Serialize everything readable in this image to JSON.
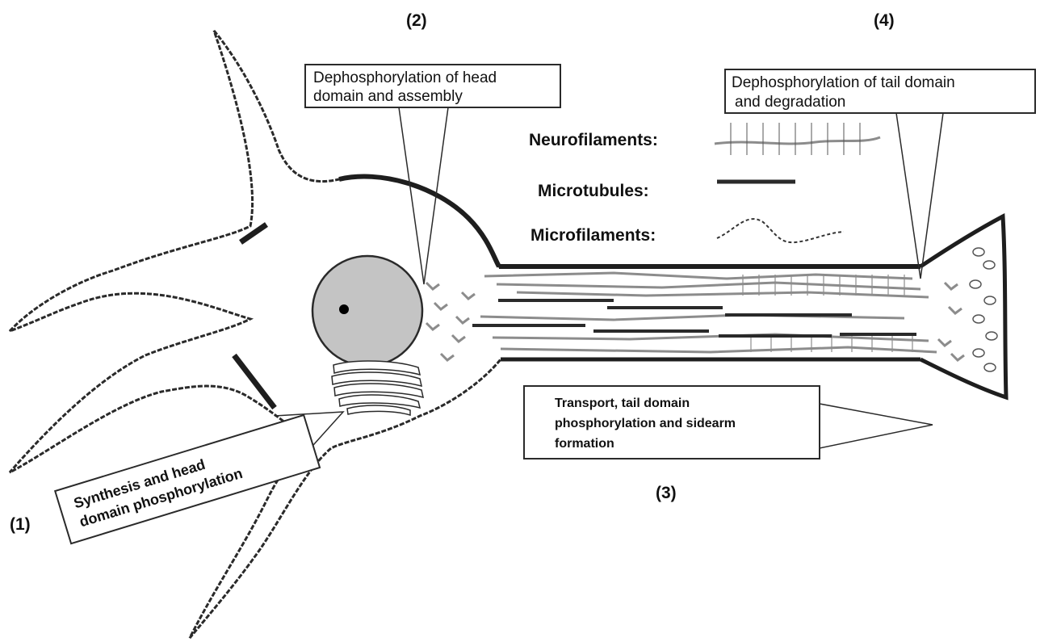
{
  "stage_labels": {
    "one": "(1)",
    "two": "(2)",
    "three": "(3)",
    "four": "(4)"
  },
  "callouts": {
    "synthesis_line1": "Synthesis and head",
    "synthesis_line2": "domain phosphorylation",
    "dephos_head_line1": "Dephosphorylation of head",
    "dephos_head_line2": "domain and assembly",
    "transport_line1": "Transport, tail domain",
    "transport_line2": "phosphorylation and sidearm",
    "transport_line3": "formation",
    "dephos_tail_line1": "Dephosphorylation of tail domain",
    "dephos_tail_line2": "and degradation"
  },
  "legend": {
    "neurofilaments": "Neurofilaments:",
    "microtubules": "Microtubules:",
    "microfilaments": "Microfilaments:"
  },
  "colors": {
    "membrane": "#2a2a2a",
    "nucleus_fill": "#c4c4c4",
    "neurofilament": "#8c8c8c",
    "microtubule": "#2a2a2a"
  }
}
